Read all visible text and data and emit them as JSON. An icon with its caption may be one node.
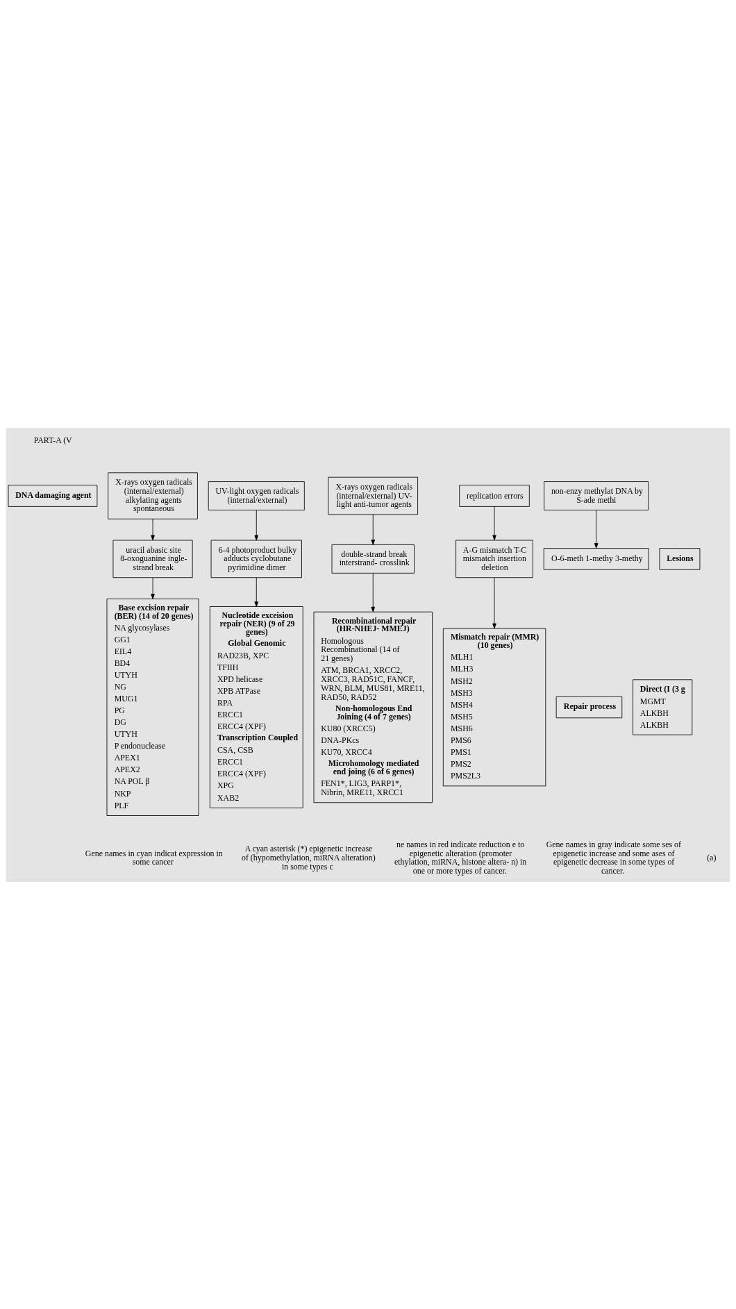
{
  "diagram": {
    "nodes": [
      {
        "text": [
          "DNA damaging agent"
        ]
      },
      {
        "text": [
          "X-rays oxygen radicals (internal/external) alkylating agents spontaneous"
        ]
      },
      {
        "text": [
          "UV-light oxygen radicals (internal/external)"
        ]
      },
      {
        "text": [
          "X-rays oxygen radicals (internal/external) UV-light anti-tumor agents"
        ]
      },
      {
        "text": [
          "replication errors"
        ]
      },
      {
        "text": [
          "non-enzy methylat DNA by S-ade methi"
        ]
      },
      {
        "text": [
          "Lesions"
        ]
      },
      {
        "text": [
          "uracil abasic site 8-oxoguanine ingle-strand break"
        ]
      },
      {
        "text": [
          "6-4 photoproduct bulky adducts cyclobutane pyrimidine dimer"
        ]
      },
      {
        "text": [
          "double-strand break interstrand- crosslink"
        ]
      },
      {
        "text": [
          "A-G mismatch T-C mismatch insertion deletion"
        ]
      },
      {
        "text": [
          "O-6-meth 1-methy 3-methy"
        ]
      },
      {
        "text": [
          "Repair process"
        ]
      },
      {
        "text": [
          "Base excision repair (BER) (14 of 20 genes)",
          "NA glycosylases",
          "GG1",
          "EIL4",
          "BD4",
          "UTYH",
          "NG",
          "MUG1",
          "PG",
          "DG",
          "UTYH",
          "P endonuclease",
          "APEX1",
          "APEX2",
          "NA POL β",
          "NKP",
          "PLF"
        ]
      },
      {
        "text": [
          "Nucleotide exceision repair (NER) (9 of 29 genes)",
          "Global Genomic",
          "RAD23B, XPC",
          "TFIIH",
          "XPD helicase",
          "XPB ATPase",
          "RPA",
          "ERCC1",
          "ERCC4 (XPF)",
          "Transcription Coupled",
          "CSA, CSB",
          "ERCC1",
          "ERCC4 (XPF)",
          "XPG",
          "XAB2"
        ]
      },
      {
        "text": [
          "Recombinational repair (HR-NHEJ- MMEJ)",
          "Homologous Recombinational (14 of 21 genes)",
          "ATM, BRCA1, XRCC2, XRCC3, RAD51C, FANCF, WRN, BLM, MUS81, MRE11, RAD50, RAD52",
          "Non-homologous End Joining (4 of 7 genes)",
          "KU80 (XRCC5)",
          "DNA-PKcs",
          "KU70, XRCC4",
          "Microhomology mediated end joing (6 of 6 genes)",
          "FEN1*, LIG3, PARP1*, Nibrin, MRE11, XRCC1"
        ]
      },
      {
        "text": [
          "Mismatch repair (MMR) (10 genes)",
          "MLH1",
          "MLH3",
          "MSH2",
          "MSH3",
          "MSH4",
          "MSH5",
          "MSH6",
          "PMS6",
          "PMS1",
          "PMS2",
          "PMS2L3"
        ]
      },
      {
        "text": [
          "Direct (I (3 g",
          "MGMT",
          "ALKBH",
          "ALKBH"
        ]
      }
    ],
    "edges": [
      {
        "from": 1,
        "to": 7,
        "arrow": "to"
      },
      {
        "from": 2,
        "to": 8,
        "arrow": "to"
      },
      {
        "from": 3,
        "to": 9,
        "arrow": "to"
      },
      {
        "from": 4,
        "to": 10,
        "arrow": "to"
      },
      {
        "from": 5,
        "to": 11,
        "arrow": "to"
      },
      {
        "from": 7,
        "to": 13,
        "arrow": "to"
      },
      {
        "from": 8,
        "to": 14,
        "arrow": "to"
      },
      {
        "from": 9,
        "to": 15,
        "arrow": "to"
      },
      {
        "from": 10,
        "to": 16,
        "arrow": "to"
      }
    ],
    "labels": [
      "PART-A (V",
      "Gene names in cyan indicat expression in some cancer",
      "A cyan asterisk (*) epigenetic increase of (hypomethylation, miRNA alteration) in some types c",
      "ne names in red indicate reduction e to epigenetic alteration (promoter ethylation, miRNA, histone altera- n) in one or more types of cancer.",
      "Gene names in gray indicate some ses of epigenetic increase and some ases of epigenetic decrease in some types of cancer.",
      "(a)"
    ]
  }
}
